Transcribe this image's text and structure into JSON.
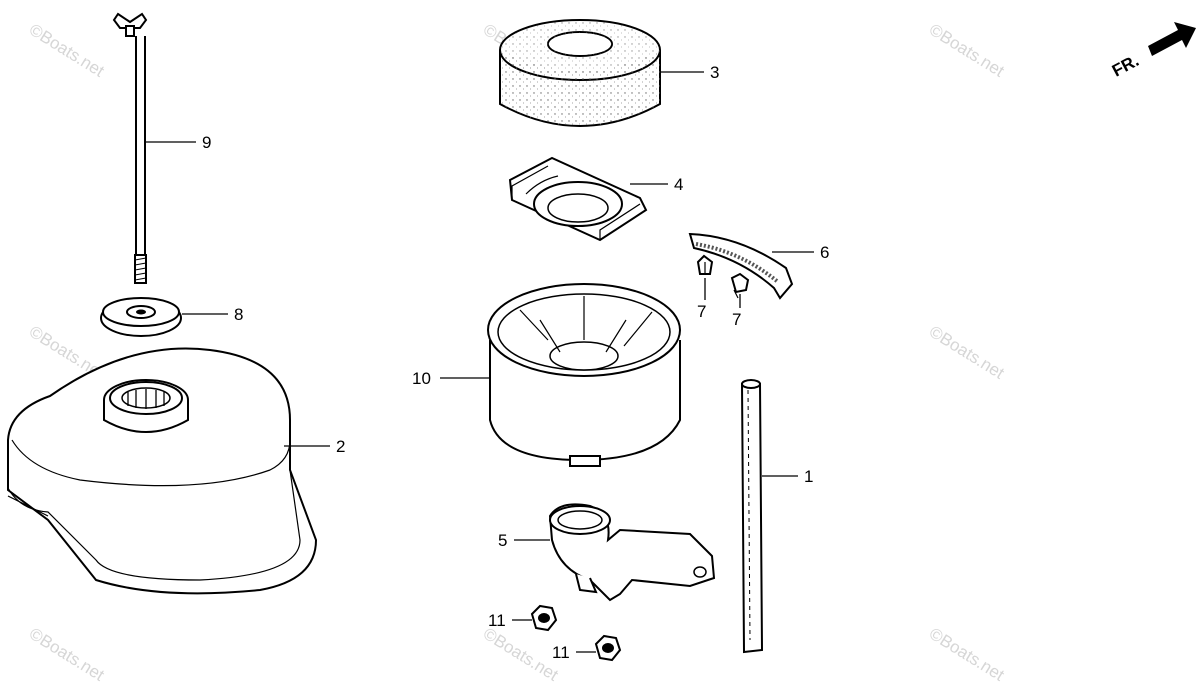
{
  "watermark": "©Boats.net",
  "direction_marker": "FR.",
  "callouts": [
    {
      "key": "c1",
      "text": "1"
    },
    {
      "key": "c2",
      "text": "2"
    },
    {
      "key": "c3",
      "text": "3"
    },
    {
      "key": "c4",
      "text": "4"
    },
    {
      "key": "c5",
      "text": "5"
    },
    {
      "key": "c6",
      "text": "6"
    },
    {
      "key": "c7a",
      "text": "7"
    },
    {
      "key": "c7b",
      "text": "7"
    },
    {
      "key": "c8",
      "text": "8"
    },
    {
      "key": "c9",
      "text": "9"
    },
    {
      "key": "c10",
      "text": "10"
    },
    {
      "key": "c11a",
      "text": "11"
    },
    {
      "key": "c11b",
      "text": "11"
    }
  ]
}
